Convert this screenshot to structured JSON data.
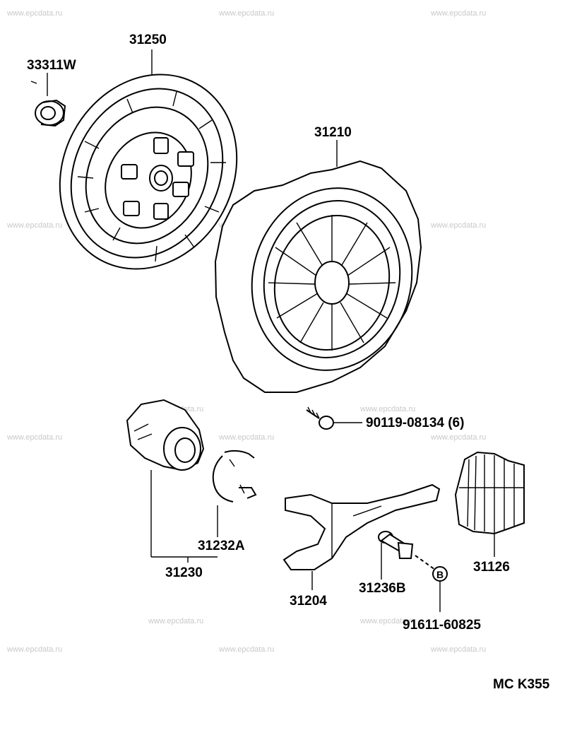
{
  "watermark": "www.epcdata.ru",
  "labels": {
    "bearing": "33311W",
    "clutch_disc": "31250",
    "pressure_plate": "31210",
    "bolt": "90119-08134 (6)",
    "release_bearing_clip": "31232A",
    "release_bearing_hub": "31230",
    "release_fork": "31204",
    "fork_support": "31236B",
    "boot": "31126",
    "ref_b_part": "91611-60825",
    "ref_b_marker": "B"
  },
  "footer_code": "MC  K355"
}
